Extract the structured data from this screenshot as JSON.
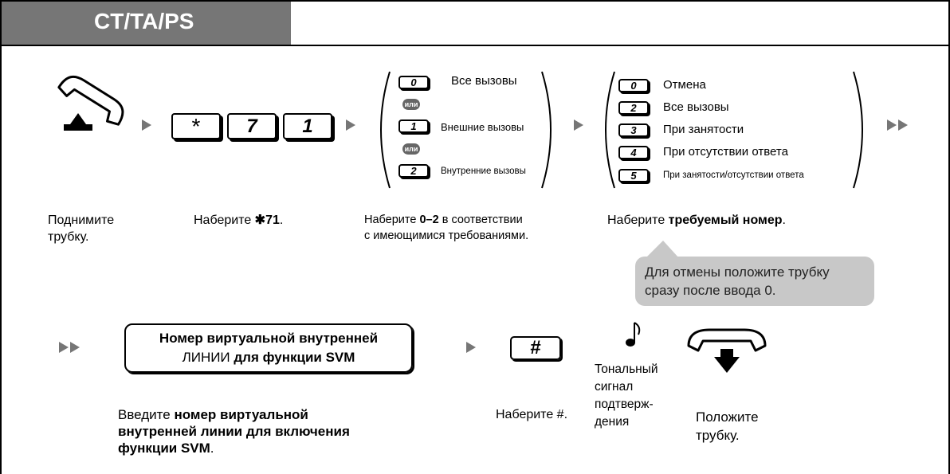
{
  "header": {
    "title": "CT/TA/PS"
  },
  "step1": {
    "icon": "handset-lift-icon",
    "caption_line1": "Поднимите",
    "caption_line2": "трубку."
  },
  "step2": {
    "keys": [
      "*",
      "7",
      "1"
    ],
    "caption_prefix": "Наберите ",
    "caption_bold": "✱71",
    "caption_suffix": "."
  },
  "step3": {
    "options": [
      {
        "key": "0",
        "label": "Все вызовы"
      },
      {
        "key": "1",
        "label": "Внешние вызовы"
      },
      {
        "key": "2",
        "label": "Внутренние вызовы"
      }
    ],
    "or_label": "или",
    "caption_prefix": "Наберите ",
    "caption_bold": "0–2",
    "caption_suffix": " в соответствии",
    "caption_line2": "с имеющимися требованиями."
  },
  "step4": {
    "options": [
      {
        "key": "0",
        "label": "Отмена"
      },
      {
        "key": "2",
        "label": "Все вызовы"
      },
      {
        "key": "3",
        "label": "При занятости"
      },
      {
        "key": "4",
        "label": "При отсутствии ответа"
      },
      {
        "key": "5",
        "label": "При занятости/отсутствии ответа"
      }
    ],
    "caption_prefix": "Наберите ",
    "caption_bold": "требуемый номер",
    "caption_suffix": "."
  },
  "note": {
    "line1": "Для отмены положите трубку",
    "line2": "сразу после ввода 0."
  },
  "step5": {
    "label_line1": "Номер виртуальной внутренней",
    "label_line2_light": "ЛИНИИ",
    "label_line2_bold": " для функции SVM",
    "caption_prefix": "Введите ",
    "caption_bold1": "номер виртуальной",
    "caption_bold2": "внутренней линии для включения",
    "caption_bold3": "функции SVM",
    "caption_suffix": "."
  },
  "step6": {
    "key": "#",
    "caption": "Наберите #."
  },
  "step7": {
    "icon": "music-note-icon",
    "caption_lines": [
      "Тональный",
      "сигнал",
      "подтверж-",
      "дения"
    ]
  },
  "step8": {
    "icon": "handset-hangup-icon",
    "caption_line1": "Положите",
    "caption_line2": "трубку."
  },
  "colors": {
    "header_bg": "#767676",
    "arrow": "#767676",
    "note_bg": "#c8c8c8"
  }
}
